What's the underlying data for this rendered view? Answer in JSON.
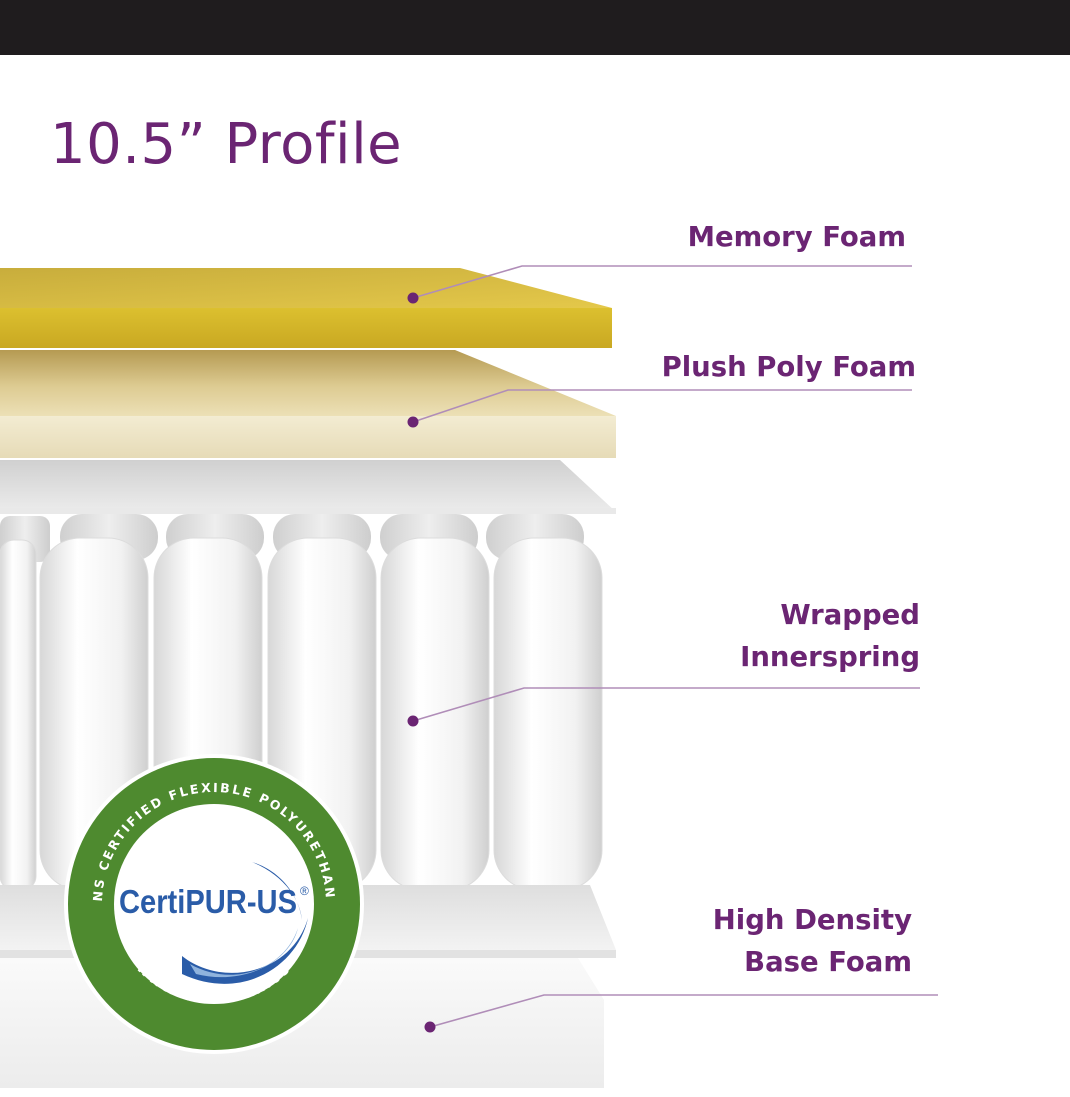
{
  "title": "10.5” Profile",
  "layers": [
    {
      "label": "Memory Foam"
    },
    {
      "label": "Plush Poly Foam"
    },
    {
      "label_line1": "Wrapped",
      "label_line2": "Innerspring"
    },
    {
      "label_line1": "High Density",
      "label_line2": "Base Foam"
    }
  ],
  "certification": {
    "logo_text": "CertiPUR-US",
    "registered_mark": "®",
    "top_arc": "CONTAINS CERTIFIED FLEXIBLE POLYURETHANE FOAM",
    "bottom_arc": "WWW.CERTIPUR.US"
  },
  "colors": {
    "accent": "#6b2573",
    "topbar": "#1f1c1e",
    "memory_foam": "#d8bc33",
    "poly_foam": "#efe6c6",
    "seal_green": "#4e8a2f",
    "seal_blue": "#2a5ca8"
  }
}
